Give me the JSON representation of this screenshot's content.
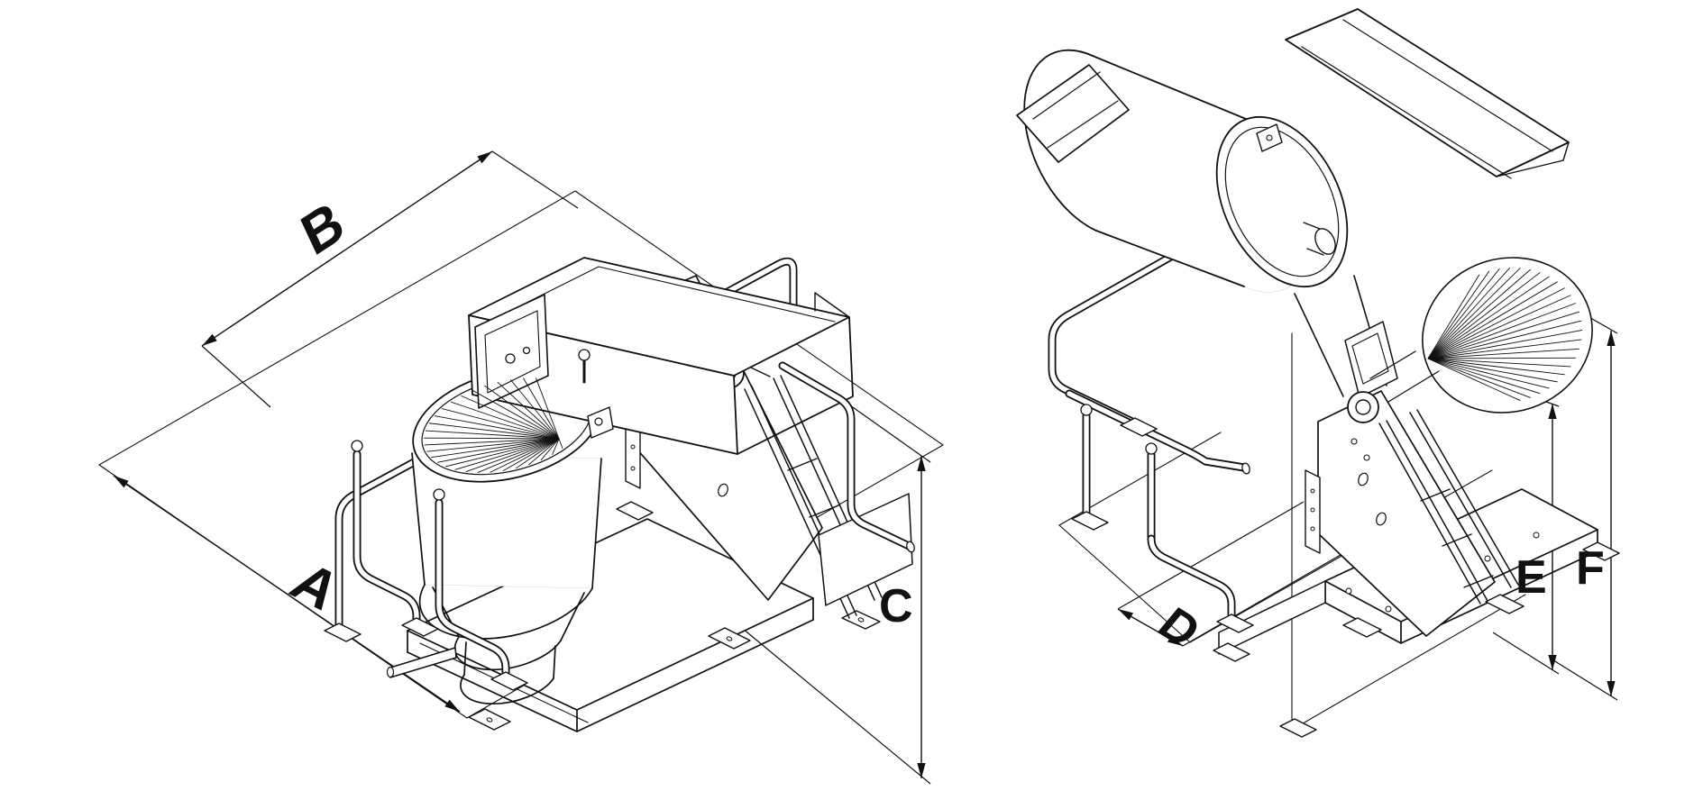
{
  "drawing": {
    "background": "#ffffff",
    "line_color": "#111111",
    "views": [
      {
        "id": "mixer-operating-position",
        "dims": [
          {
            "label": "A"
          },
          {
            "label": "B"
          },
          {
            "label": "C"
          }
        ]
      },
      {
        "id": "mixer-bowl-raised-position",
        "dims": [
          {
            "label": "D"
          },
          {
            "label": "E"
          },
          {
            "label": "F"
          }
        ]
      }
    ]
  }
}
